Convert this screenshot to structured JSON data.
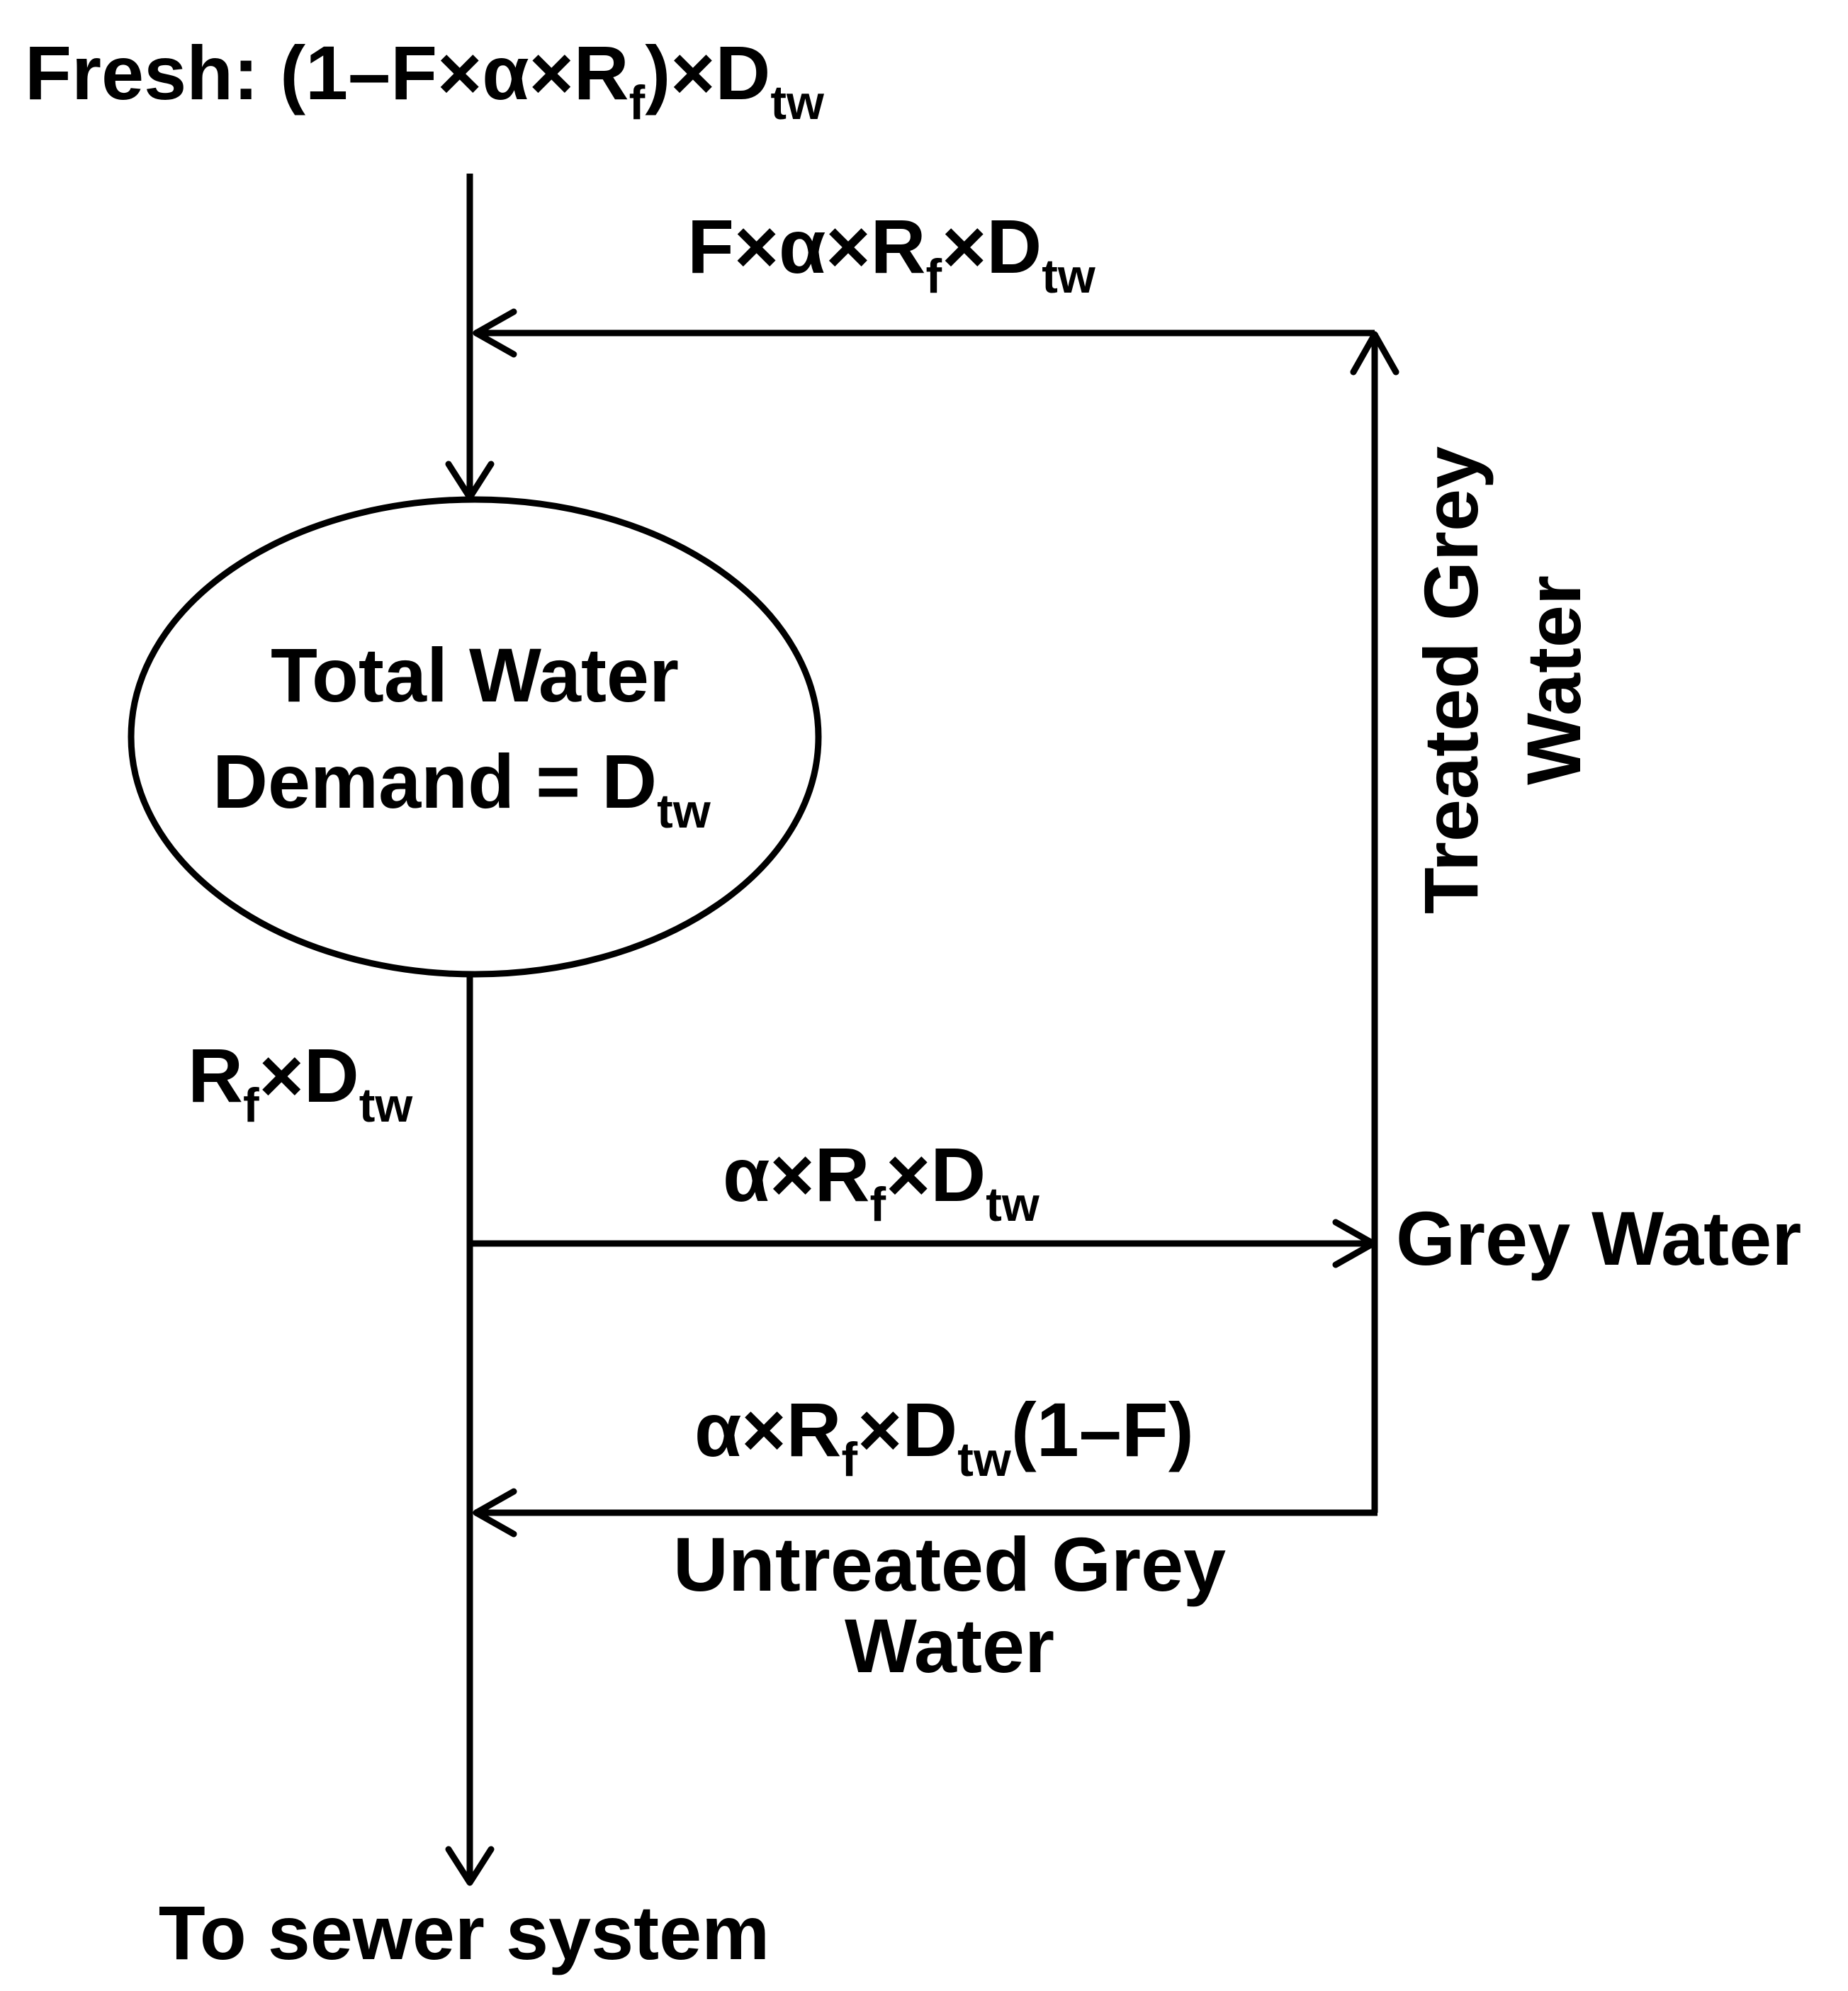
{
  "fresh": {
    "prefix": "Fresh: (1–F×α×R",
    "sub1": "f",
    "mid": ")×D",
    "sub2": "tw"
  },
  "recycle_flow": {
    "a": "F×α×R",
    "sub1": "f",
    "b": "×D",
    "sub2": "tw"
  },
  "demand_node": {
    "line1": "Total Water",
    "line2": "Demand = D",
    "sub": "tw"
  },
  "treated_label": {
    "line1": "Treated Grey",
    "line2": "Water"
  },
  "return_flow": {
    "a": "R",
    "sub1": "f",
    "b": "×D",
    "sub2": "tw"
  },
  "grey_flow": {
    "a": "α×R",
    "sub1": "f",
    "b": "×D",
    "sub2": "tw"
  },
  "grey_water_label": "Grey Water",
  "untreated_flow": {
    "a": "α×R",
    "sub1": "f",
    "b": "×D",
    "sub2": "tw",
    "c": "(1–F)"
  },
  "untreated_label": {
    "line1": "Untreated Grey",
    "line2": "Water"
  },
  "sewer_label": "To sewer system"
}
